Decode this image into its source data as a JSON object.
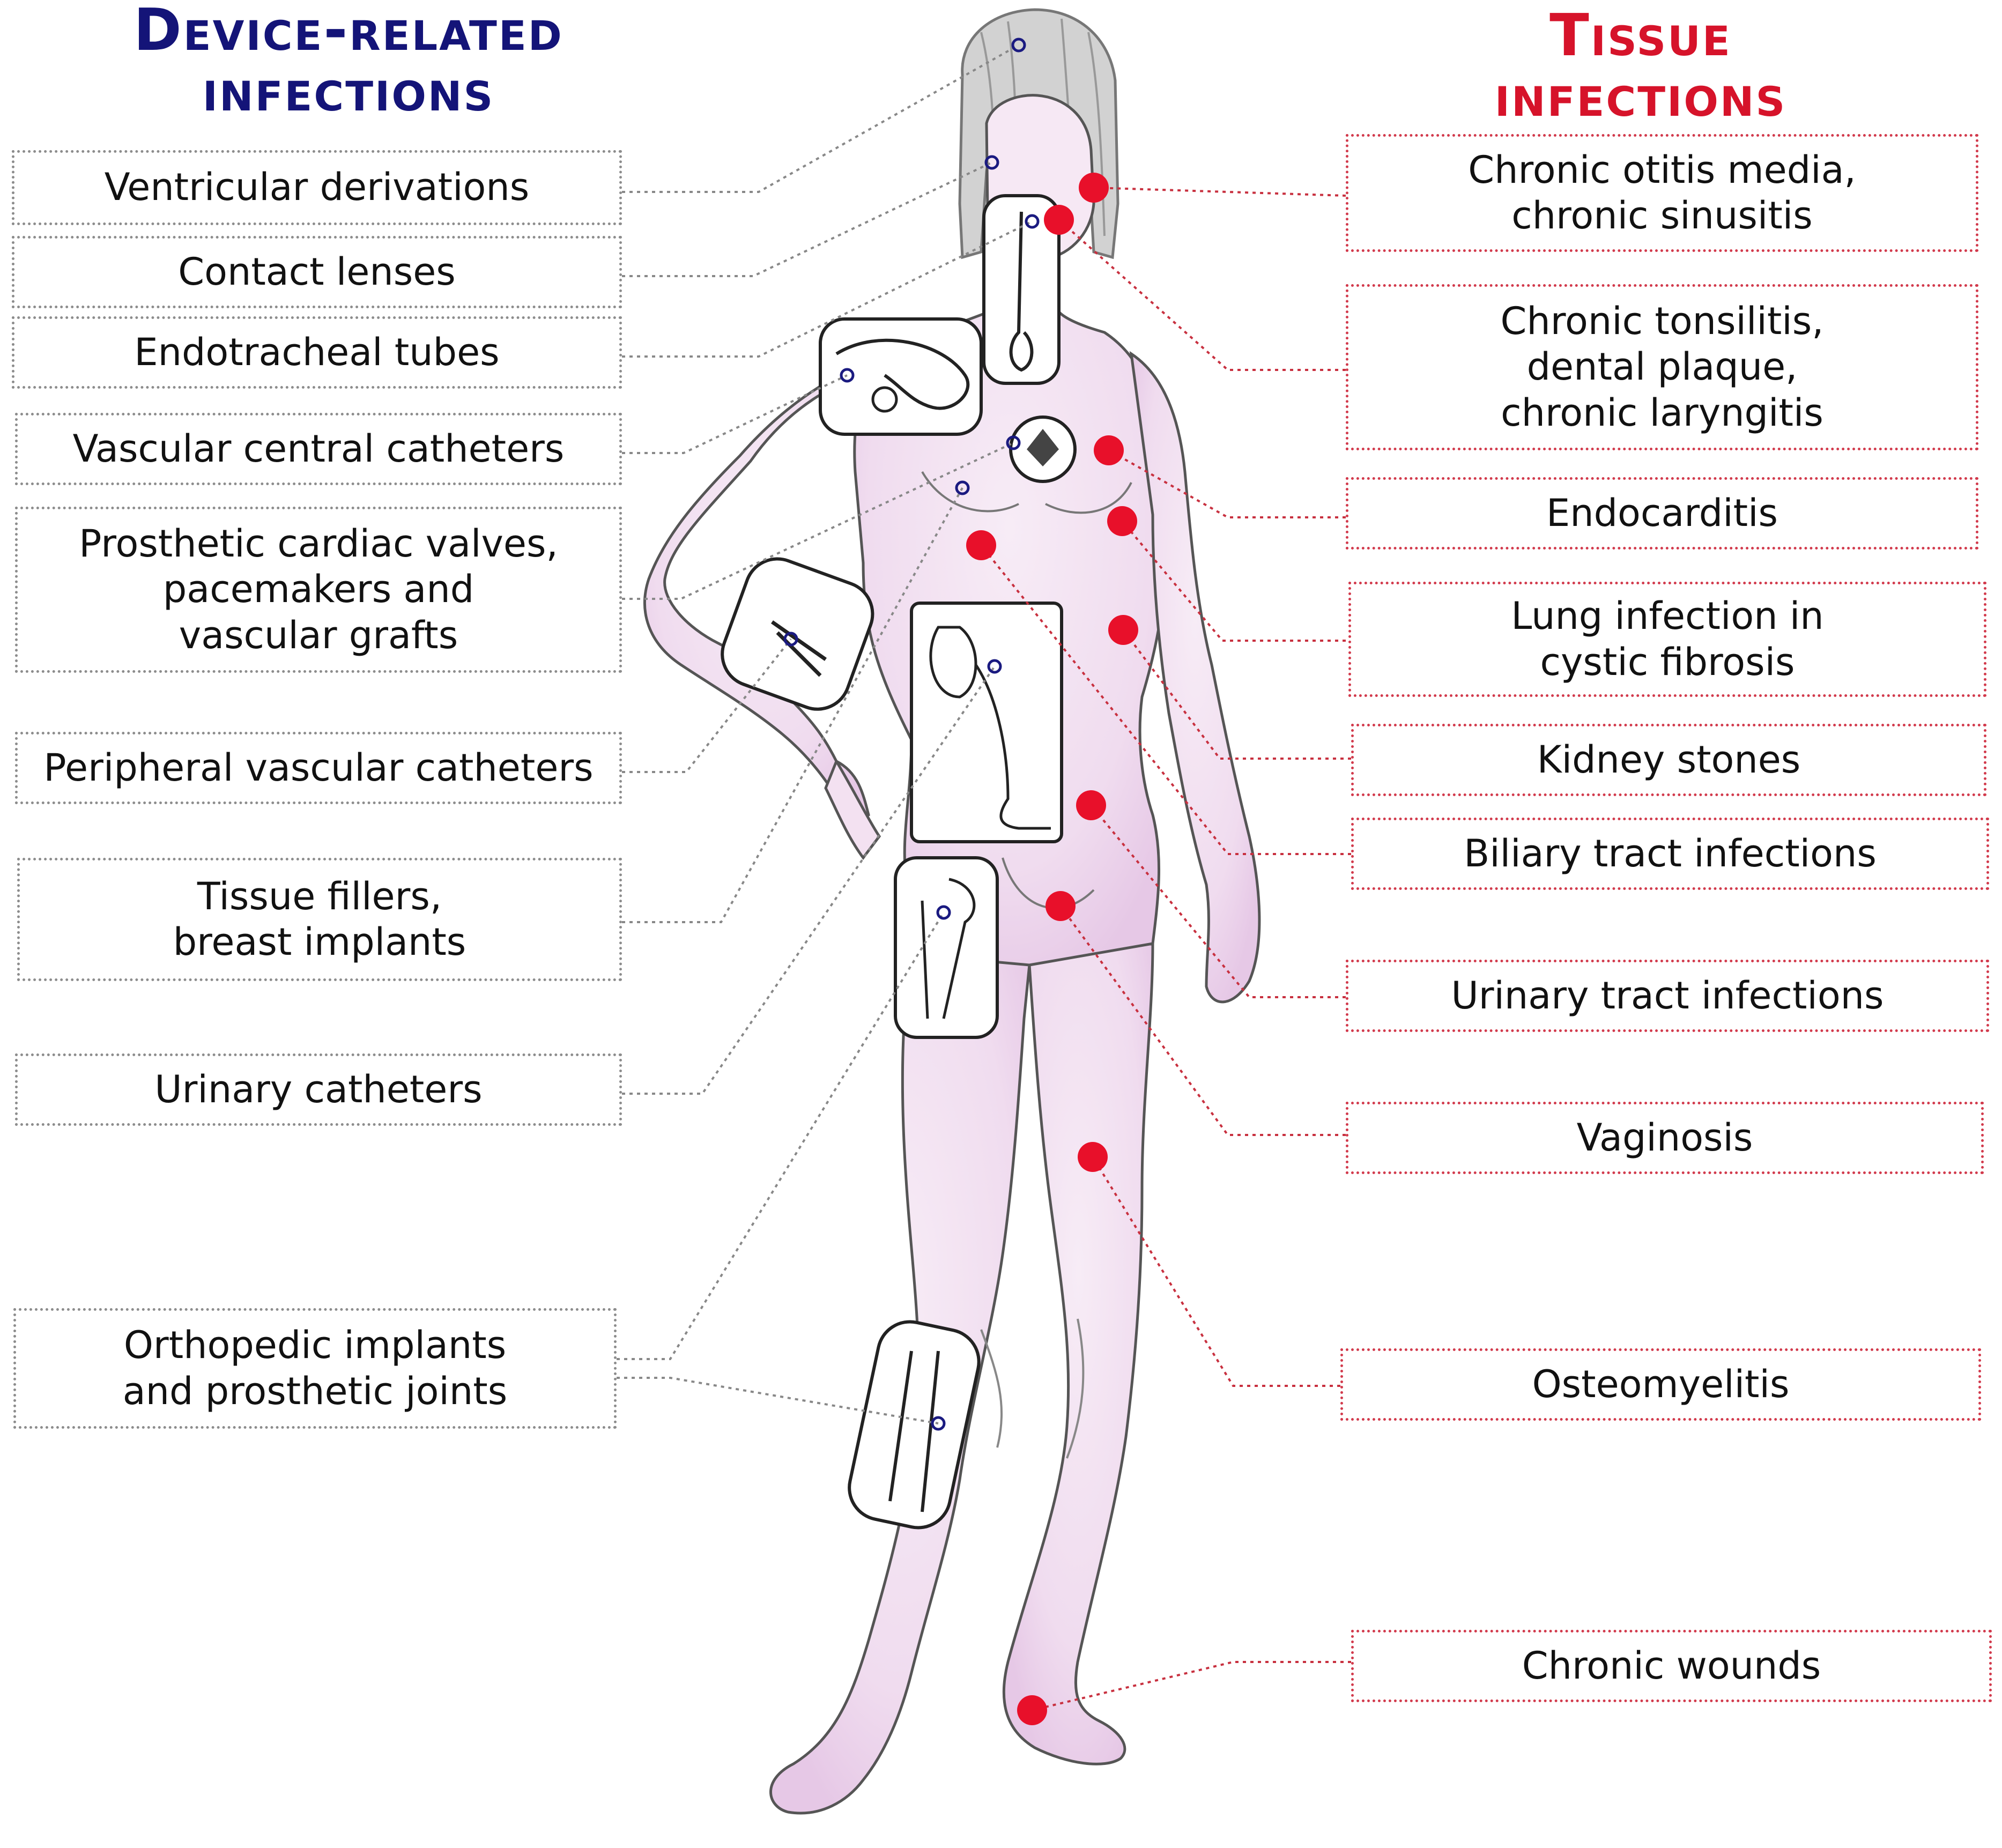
{
  "headings": {
    "device": [
      "Device-related",
      "infections"
    ],
    "tissue": [
      "Tissue",
      "infections"
    ]
  },
  "device_labels": [
    [
      "Ventricular derivations"
    ],
    [
      "Contact lenses"
    ],
    [
      "Endotracheal tubes"
    ],
    [
      "Vascular central catheters"
    ],
    [
      "Prosthetic cardiac valves,",
      "pacemakers and",
      "vascular grafts"
    ],
    [
      "Peripheral vascular catheters"
    ],
    [
      "Tissue fillers,",
      "breast implants"
    ],
    [
      "Urinary catheters"
    ],
    [
      "Orthopedic implants",
      "and prosthetic joints"
    ]
  ],
  "tissue_labels": [
    [
      "Chronic otitis media,",
      "chronic sinusitis"
    ],
    [
      "Chronic tonsilitis,",
      "dental plaque,",
      "chronic laryngitis"
    ],
    [
      "Endocarditis"
    ],
    [
      "Lung infection in",
      "cystic fibrosis"
    ],
    [
      "Kidney stones"
    ],
    [
      "Biliary tract infections"
    ],
    [
      "Urinary tract infections"
    ],
    [
      "Vaginosis"
    ],
    [
      "Osteomyelitis"
    ],
    [
      "Chronic wounds"
    ]
  ],
  "colors": {
    "device_heading": "#141478",
    "tissue_heading": "#d6132a",
    "device_marker": "#1a1a80",
    "tissue_marker": "#e8102a",
    "body_fill": "#f3e1f1",
    "body_outline": "#555555"
  }
}
